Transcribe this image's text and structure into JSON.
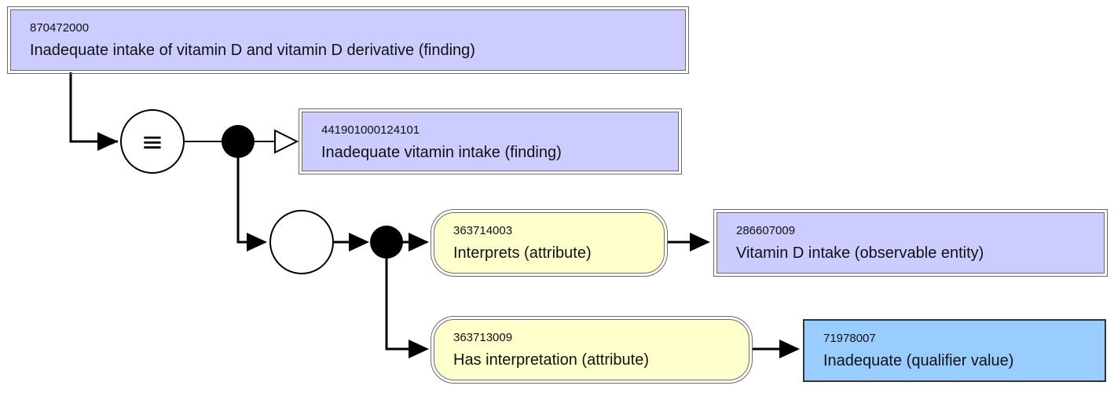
{
  "nodes": {
    "root": {
      "code": "870472000",
      "label": "Inadequate intake of vitamin D and vitamin D derivative (finding)"
    },
    "parent": {
      "code": "441901000124101",
      "label": "Inadequate vitamin intake (finding)"
    },
    "attr_interprets": {
      "code": "363714003",
      "label": "Interprets (attribute)"
    },
    "value_interprets": {
      "code": "286607009",
      "label": "Vitamin D intake (observable entity)"
    },
    "attr_has_interpretation": {
      "code": "363713009",
      "label": "Has interpretation (attribute)"
    },
    "value_has_interpretation": {
      "code": "71978007",
      "label": "Inadequate (qualifier value)"
    }
  },
  "symbols": {
    "definition_status": "≡",
    "definition_status_icon": "equivalent-icon",
    "group_icon": "attribute-group-icon",
    "conjunction_icon": "conjunction-dot-icon"
  },
  "colors": {
    "concept_fill": "#ccccff",
    "defined_value_fill": "#99ccff",
    "attribute_fill": "#ffffcc",
    "line": "#000000"
  }
}
